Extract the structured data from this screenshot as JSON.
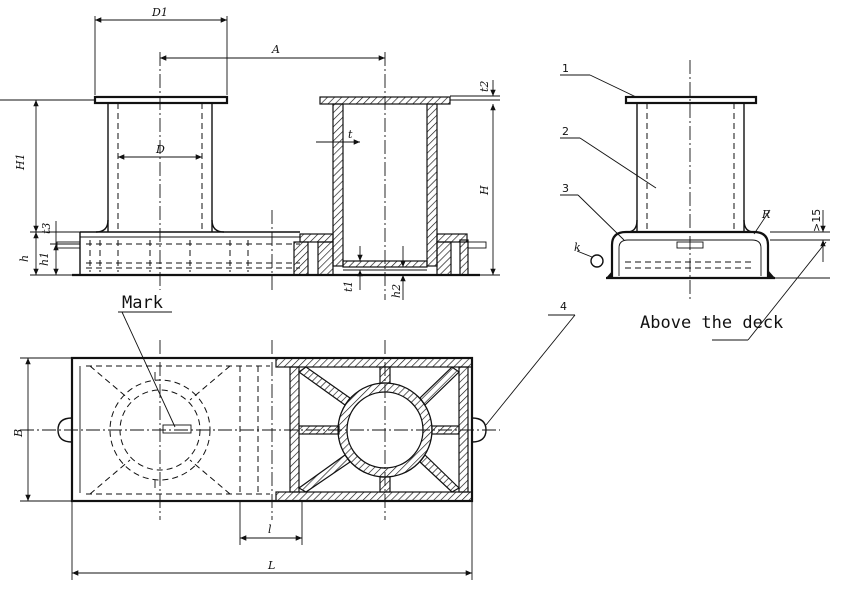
{
  "dimensions": {
    "D1": "D1",
    "A": "A",
    "D": "D",
    "H1": "H1",
    "H": "H",
    "t": "t",
    "t1": "t1",
    "t2": "t2",
    "t3": "t3",
    "h": "h",
    "h1": "h1",
    "h2": "h2",
    "B": "B",
    "L": "L",
    "l": "l",
    "R": "R",
    "k": "k",
    "gt15": ">15"
  },
  "callouts": {
    "part1": "1",
    "part2": "2",
    "part3": "3",
    "part4": "4"
  },
  "annotations": {
    "mark": "Mark",
    "above_deck": "Above the deck"
  }
}
